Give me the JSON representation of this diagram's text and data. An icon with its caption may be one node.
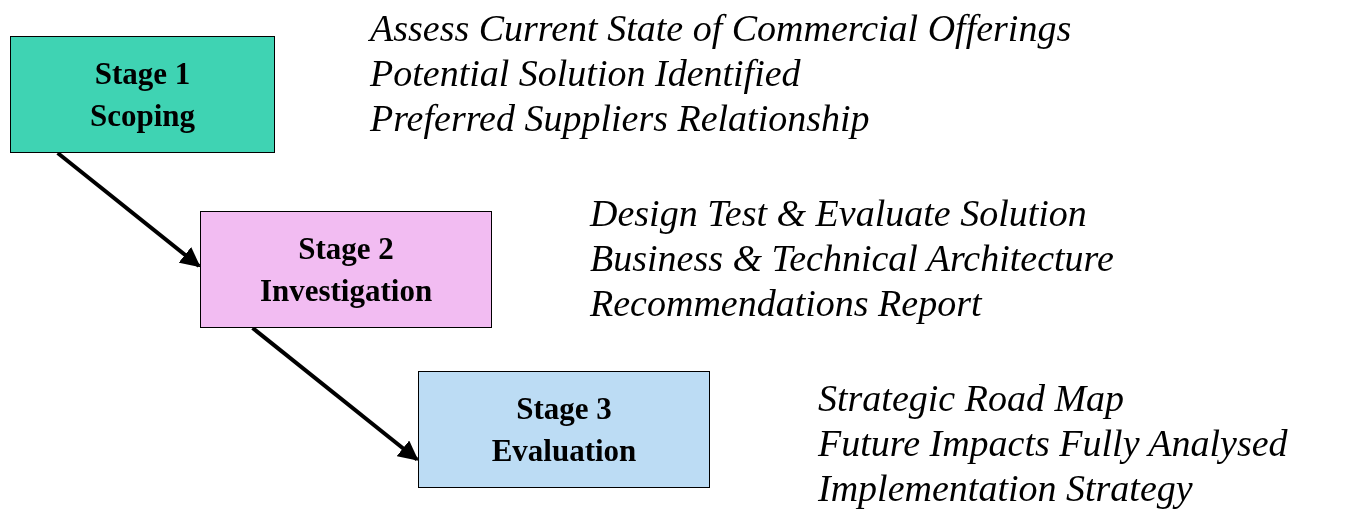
{
  "diagram": {
    "nodes": [
      {
        "text": [
          "Stage 1",
          "Scoping"
        ],
        "beside": [
          "Assess Current State of Commercial Offerings",
          "Potential Solution Identified",
          "Preferred Suppliers Relationship"
        ]
      },
      {
        "text": [
          "Stage 2",
          "Investigation"
        ],
        "beside": [
          "Design Test & Evaluate Solution",
          "Business & Technical Architecture",
          "Recommendations Report"
        ]
      },
      {
        "text": [
          "Stage 3",
          "Evaluation"
        ],
        "beside": [
          "Strategic Road Map",
          "Future Impacts Fully Analysed",
          "Implementation Strategy"
        ]
      }
    ],
    "edges": [
      {
        "from": 0,
        "to": 1,
        "arrow": "to"
      },
      {
        "from": 1,
        "to": 2,
        "arrow": "to"
      }
    ]
  }
}
